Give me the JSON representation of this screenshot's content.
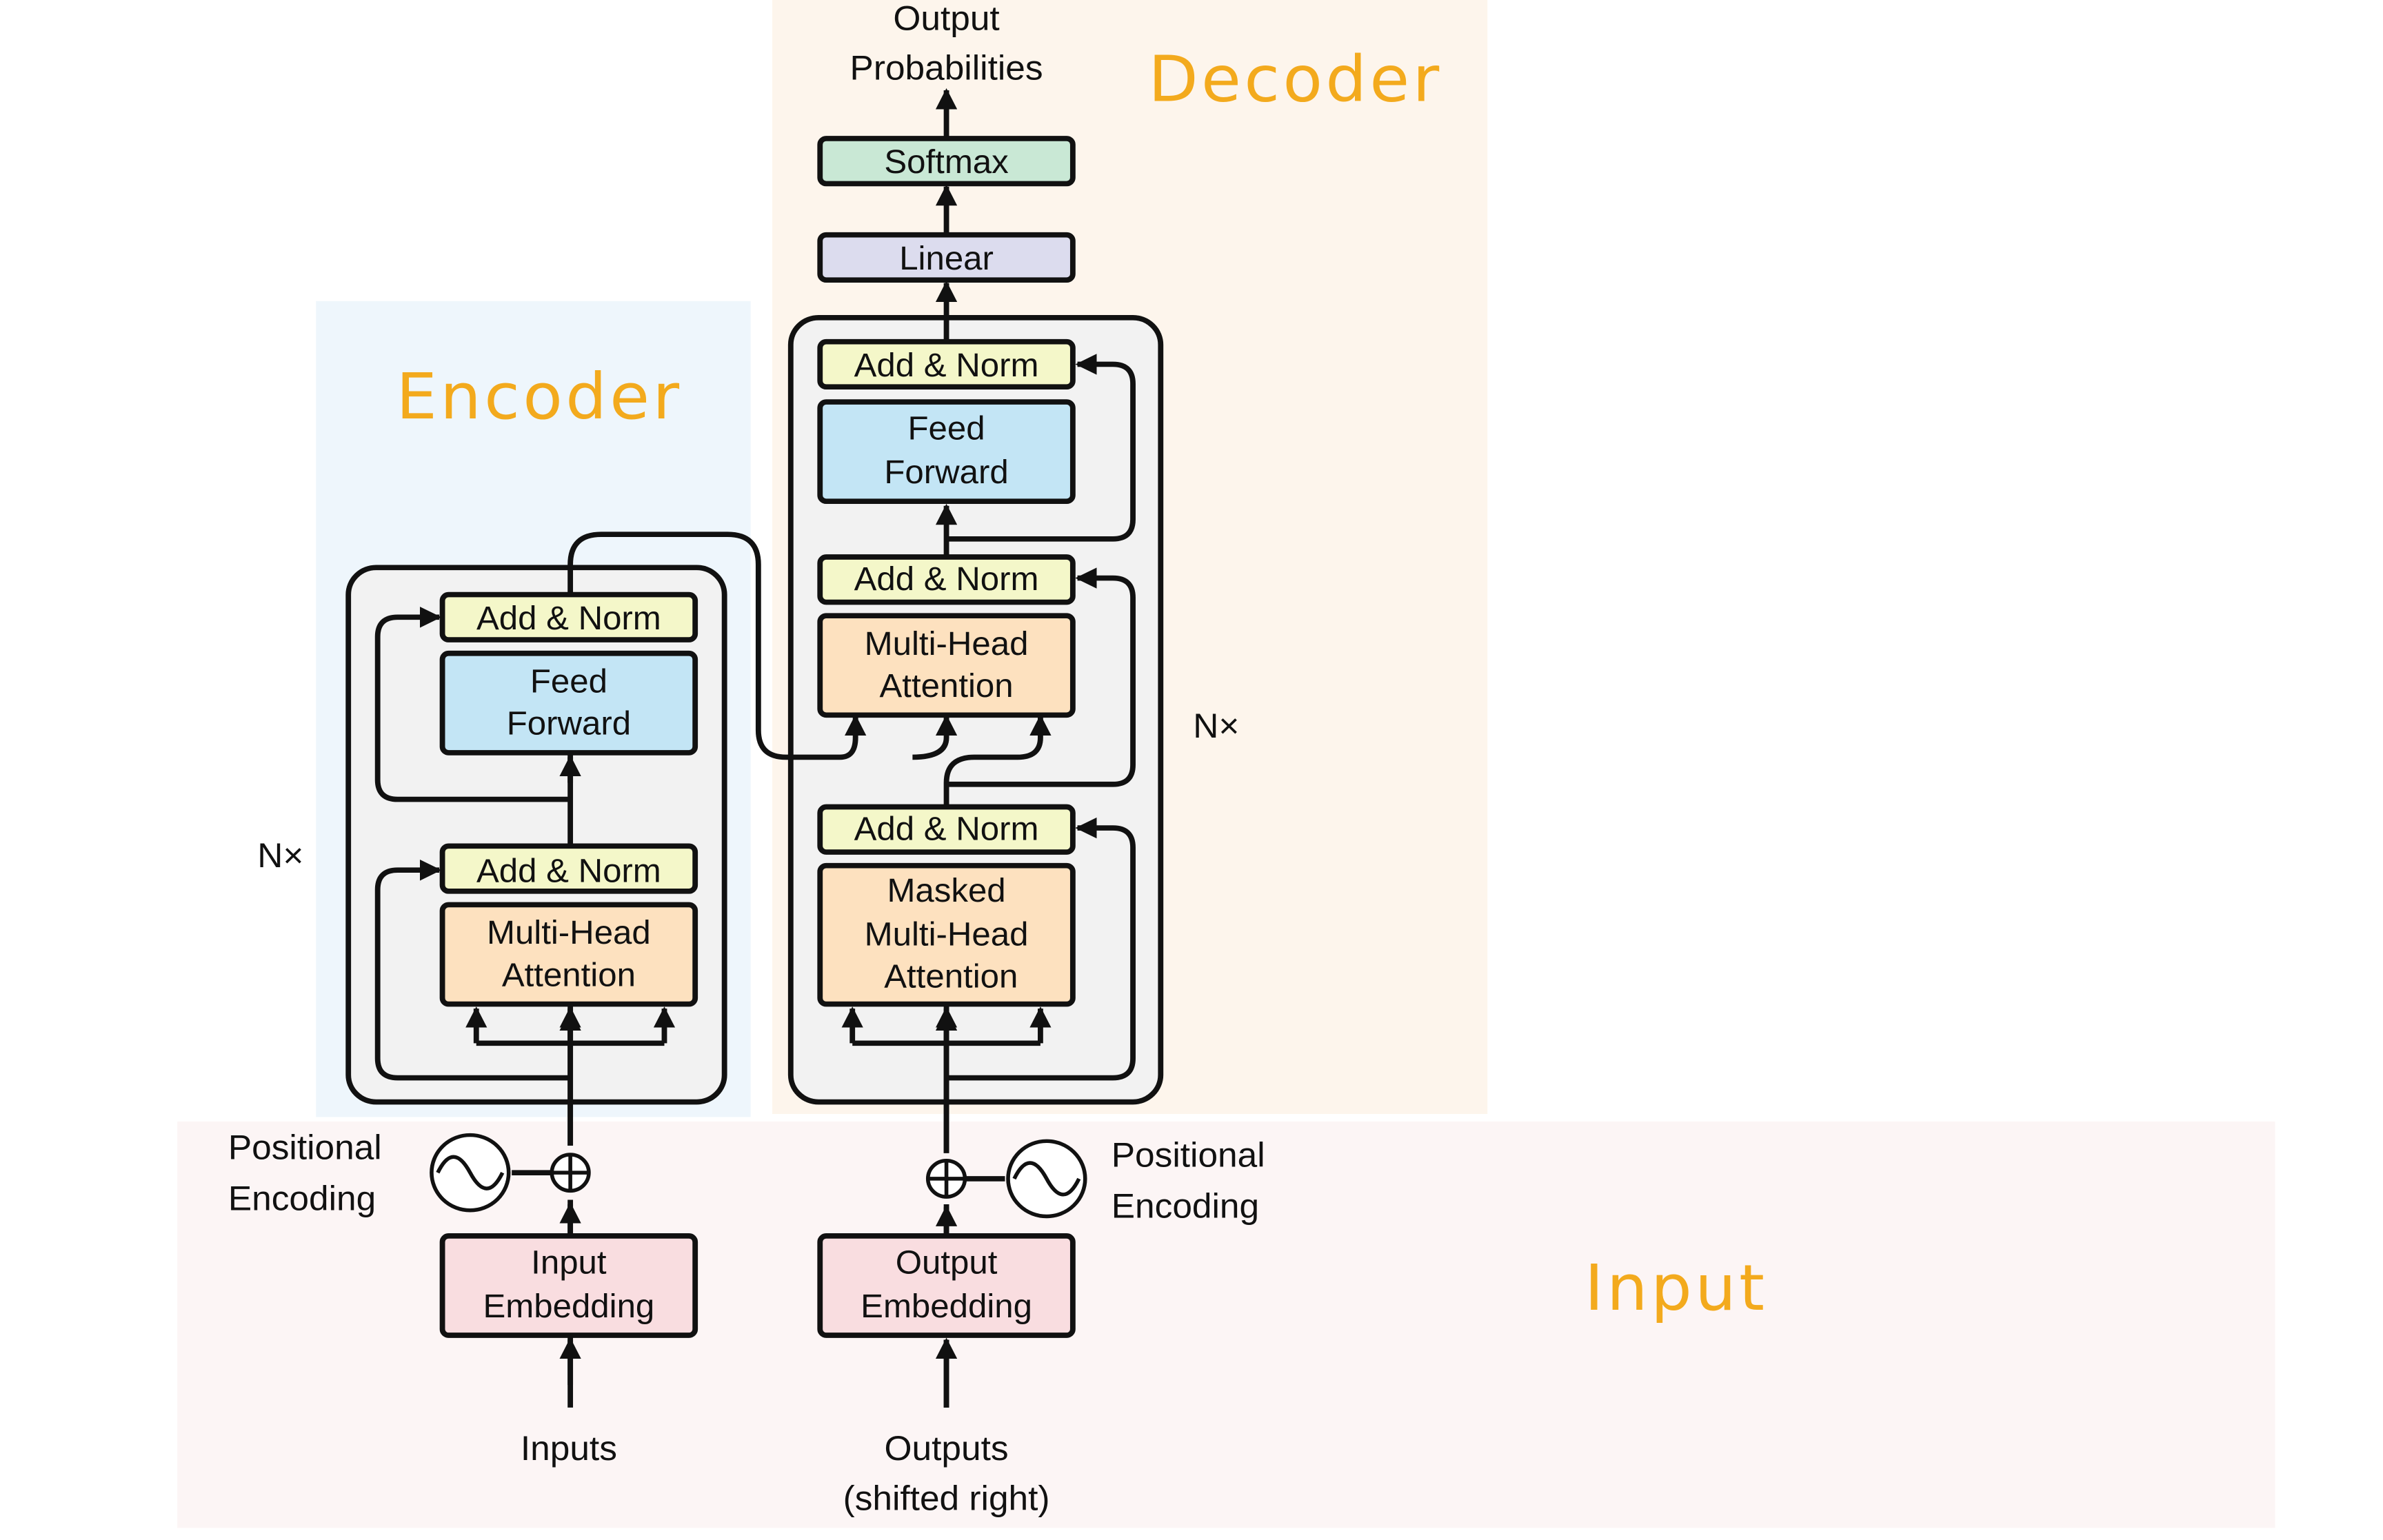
{
  "sections": {
    "encoder_title": "Encoder",
    "decoder_title": "Decoder",
    "input_title": "Input"
  },
  "colors": {
    "encoder_bg": "#eef6fc",
    "decoder_bg": "#fdf5ec",
    "input_bg": "#fcf5f5",
    "stack_bg": "#f2f2f2",
    "add_norm": "#f4f7c9",
    "feed_forward": "#c3e5f5",
    "attention": "#fde1bf",
    "embedding": "#f9dde0",
    "linear": "#dcdcee",
    "softmax": "#c9e8d5",
    "title_accent": "#f3aa1d"
  },
  "encoder": {
    "repeat_label": "N×",
    "add_norm_top": "Add & Norm",
    "feed_forward": [
      "Feed",
      "Forward"
    ],
    "add_norm_bottom": "Add & Norm",
    "attention": [
      "Multi-Head",
      "Attention"
    ]
  },
  "decoder": {
    "repeat_label": "N×",
    "add_norm_top": "Add & Norm",
    "feed_forward": [
      "Feed",
      "Forward"
    ],
    "add_norm_mid": "Add & Norm",
    "attention": [
      "Multi-Head",
      "Attention"
    ],
    "add_norm_bottom": "Add & Norm",
    "masked_attention": [
      "Masked",
      "Multi-Head",
      "Attention"
    ],
    "linear": "Linear",
    "softmax": "Softmax",
    "output": [
      "Output",
      "Probabilities"
    ]
  },
  "inputs": {
    "input_embedding": [
      "Input",
      "Embedding"
    ],
    "output_embedding": [
      "Output",
      "Embedding"
    ],
    "pos_enc_left": [
      "Positional",
      "Encoding"
    ],
    "pos_enc_right": [
      "Positional",
      "Encoding"
    ],
    "inputs_label": "Inputs",
    "outputs_label": [
      "Outputs",
      "(shifted right)"
    ]
  }
}
